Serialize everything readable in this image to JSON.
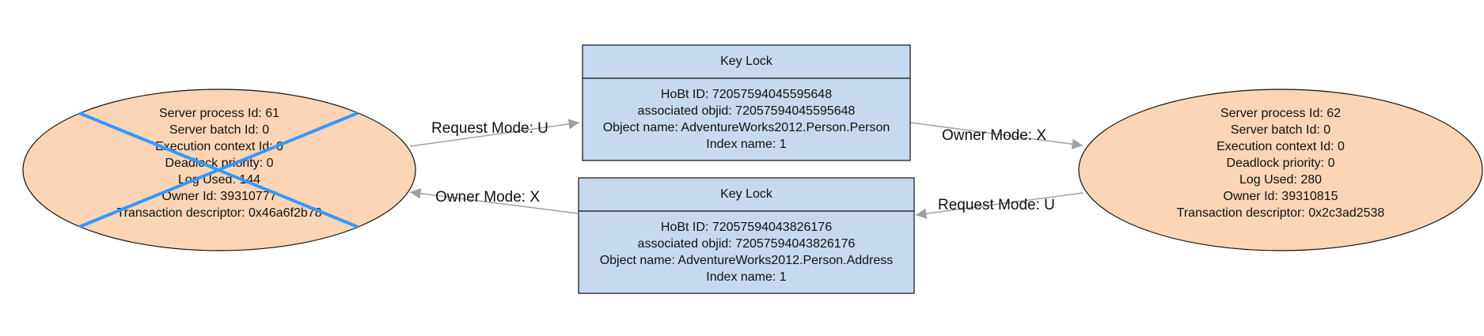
{
  "processes": [
    {
      "id": "p61",
      "lines": [
        "Server process Id: 61",
        "Server batch Id: 0",
        "Execution context Id: 0",
        "Deadlock priority: 0",
        "Log Used: 144",
        "Owner Id: 39310777",
        "Transaction descriptor: 0x46a6f2b78"
      ],
      "victim": true
    },
    {
      "id": "p62",
      "lines": [
        "Server process Id: 62",
        "Server batch Id: 0",
        "Execution context Id: 0",
        "Deadlock priority: 0",
        "Log Used: 280",
        "Owner Id: 39310815",
        "Transaction descriptor: 0x2c3ad2538"
      ],
      "victim": false
    }
  ],
  "resources": [
    {
      "id": "r1",
      "title": "Key Lock",
      "lines": [
        "HoBt ID: 72057594045595648",
        "associated objid: 72057594045595648",
        "Object name: AdventureWorks2012.Person.Person",
        "Index name: 1"
      ]
    },
    {
      "id": "r2",
      "title": "Key Lock",
      "lines": [
        "HoBt ID: 72057594043826176",
        "associated objid: 72057594043826176",
        "Object name: AdventureWorks2012.Person.Address",
        "Index name: 1"
      ]
    }
  ],
  "edges": [
    {
      "id": "e1",
      "from": "p61",
      "to": "r1",
      "label": "Request Mode: U"
    },
    {
      "id": "e2",
      "from": "r1",
      "to": "p62",
      "label": "Owner Mode: X"
    },
    {
      "id": "e3",
      "from": "p62",
      "to": "r2",
      "label": "Request Mode: U"
    },
    {
      "id": "e4",
      "from": "r2",
      "to": "p61",
      "label": "Owner Mode: X"
    }
  ],
  "colors": {
    "process_fill": "#fbd5b5",
    "resource_fill": "#c6d9f1",
    "outline": "#111111",
    "edge": "#a0a0a0",
    "victim_cross": "#3399ff"
  }
}
